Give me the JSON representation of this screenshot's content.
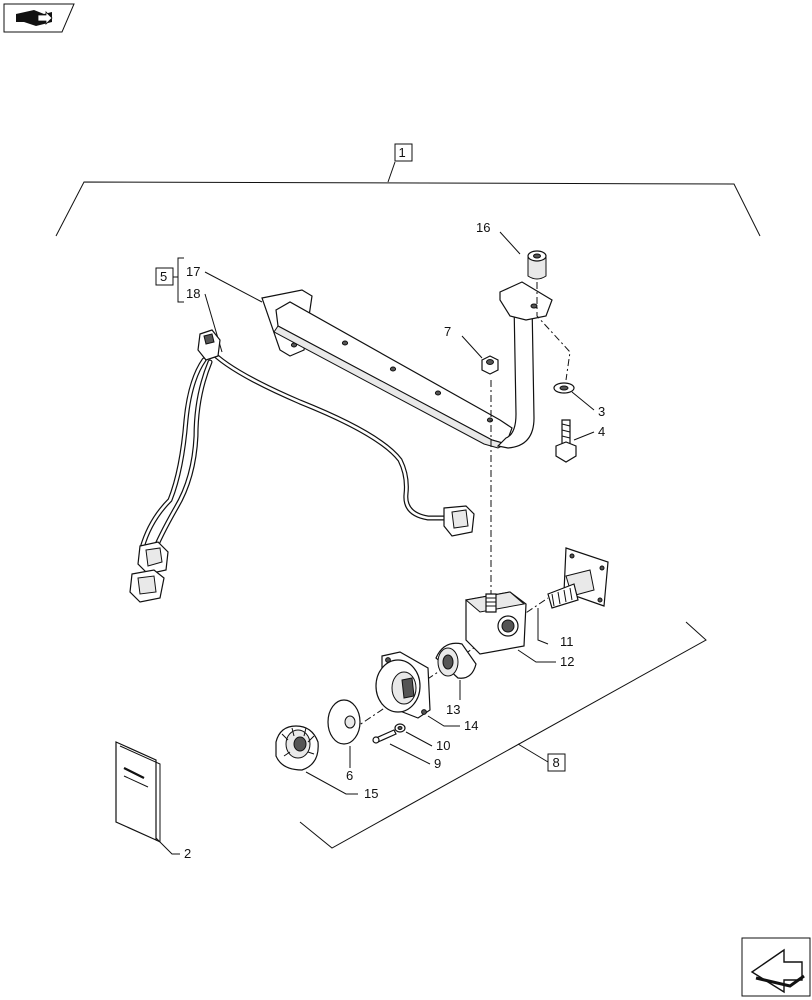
{
  "callouts": {
    "c1": "1",
    "c2": "2",
    "c3": "3",
    "c4": "4",
    "c5": "5",
    "c6": "6",
    "c7": "7",
    "c8": "8",
    "c9": "9",
    "c10": "10",
    "c11": "11",
    "c12": "12",
    "c13": "13",
    "c14": "14",
    "c15": "15",
    "c16": "16",
    "c17": "17",
    "c18": "18"
  },
  "icons": {
    "top_left": "book-arrow-icon",
    "bottom_right": "next-page-arrow-icon"
  }
}
